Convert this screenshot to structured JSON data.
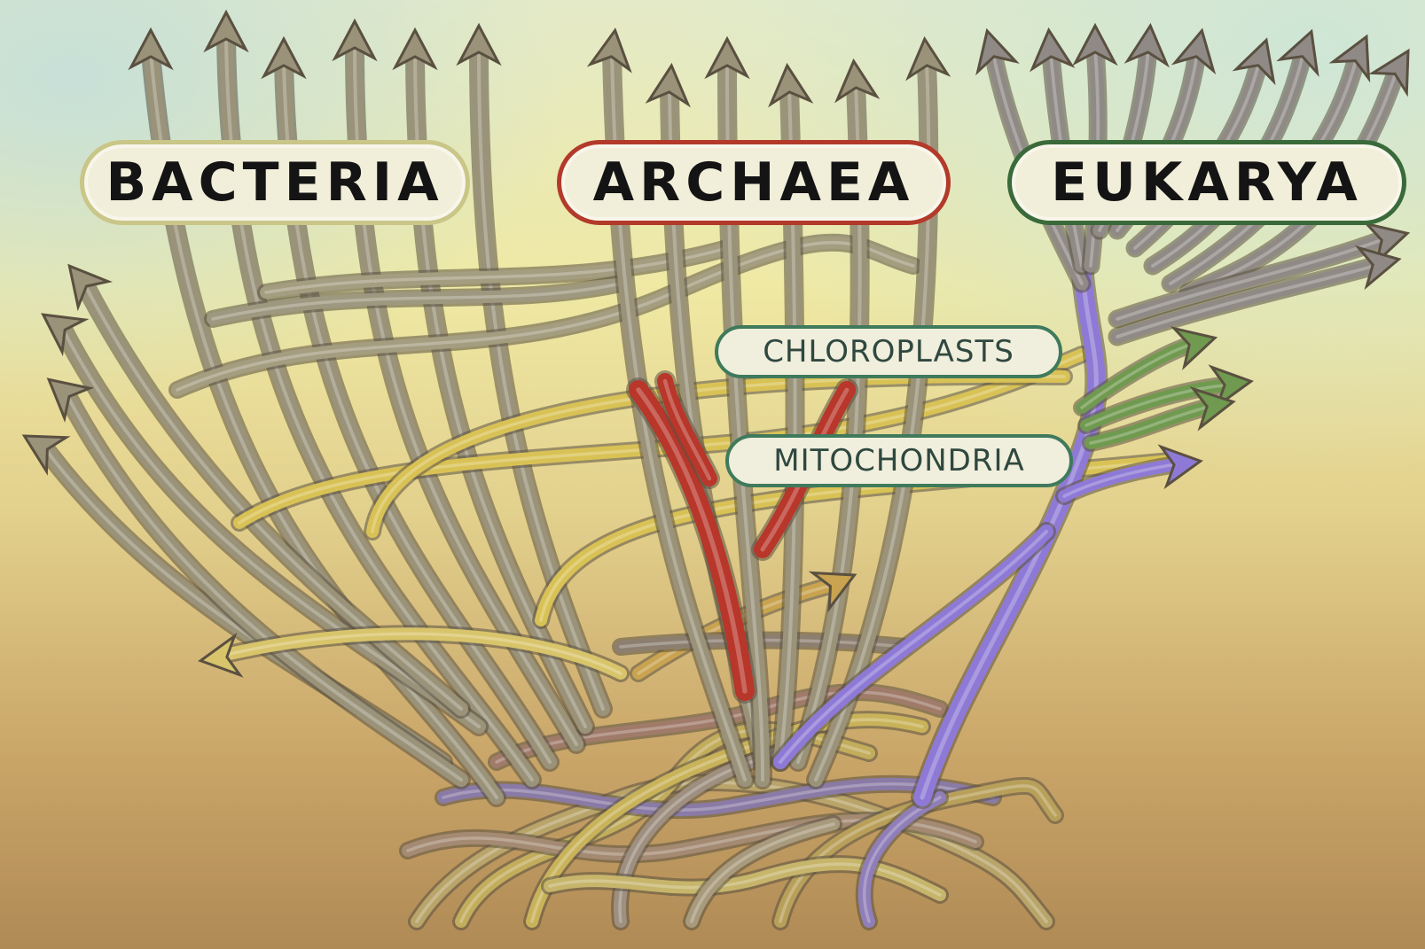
{
  "labels": {
    "bacteria": "BACTERIA",
    "archaea": "ARCHAEA",
    "eukarya": "EUKARYA",
    "chloroplasts": "CHLOROPLASTS",
    "mitochondria": "MITOCHONDRIA"
  },
  "colors": {
    "bacteria_branch": "#9a937a",
    "archaea_branch": "#b8362a",
    "eukarya_branch": "#8f8a86",
    "chloroplast_branch": "#6f9a4f",
    "mitochondria_branch": "#8e7ad6",
    "gene_transfer": "#d9c255",
    "bacteria_border": "#c9c687",
    "archaea_border": "#b33a2a",
    "eukarya_border": "#3a6a3a",
    "organelle_border": "#3f7a5c"
  }
}
